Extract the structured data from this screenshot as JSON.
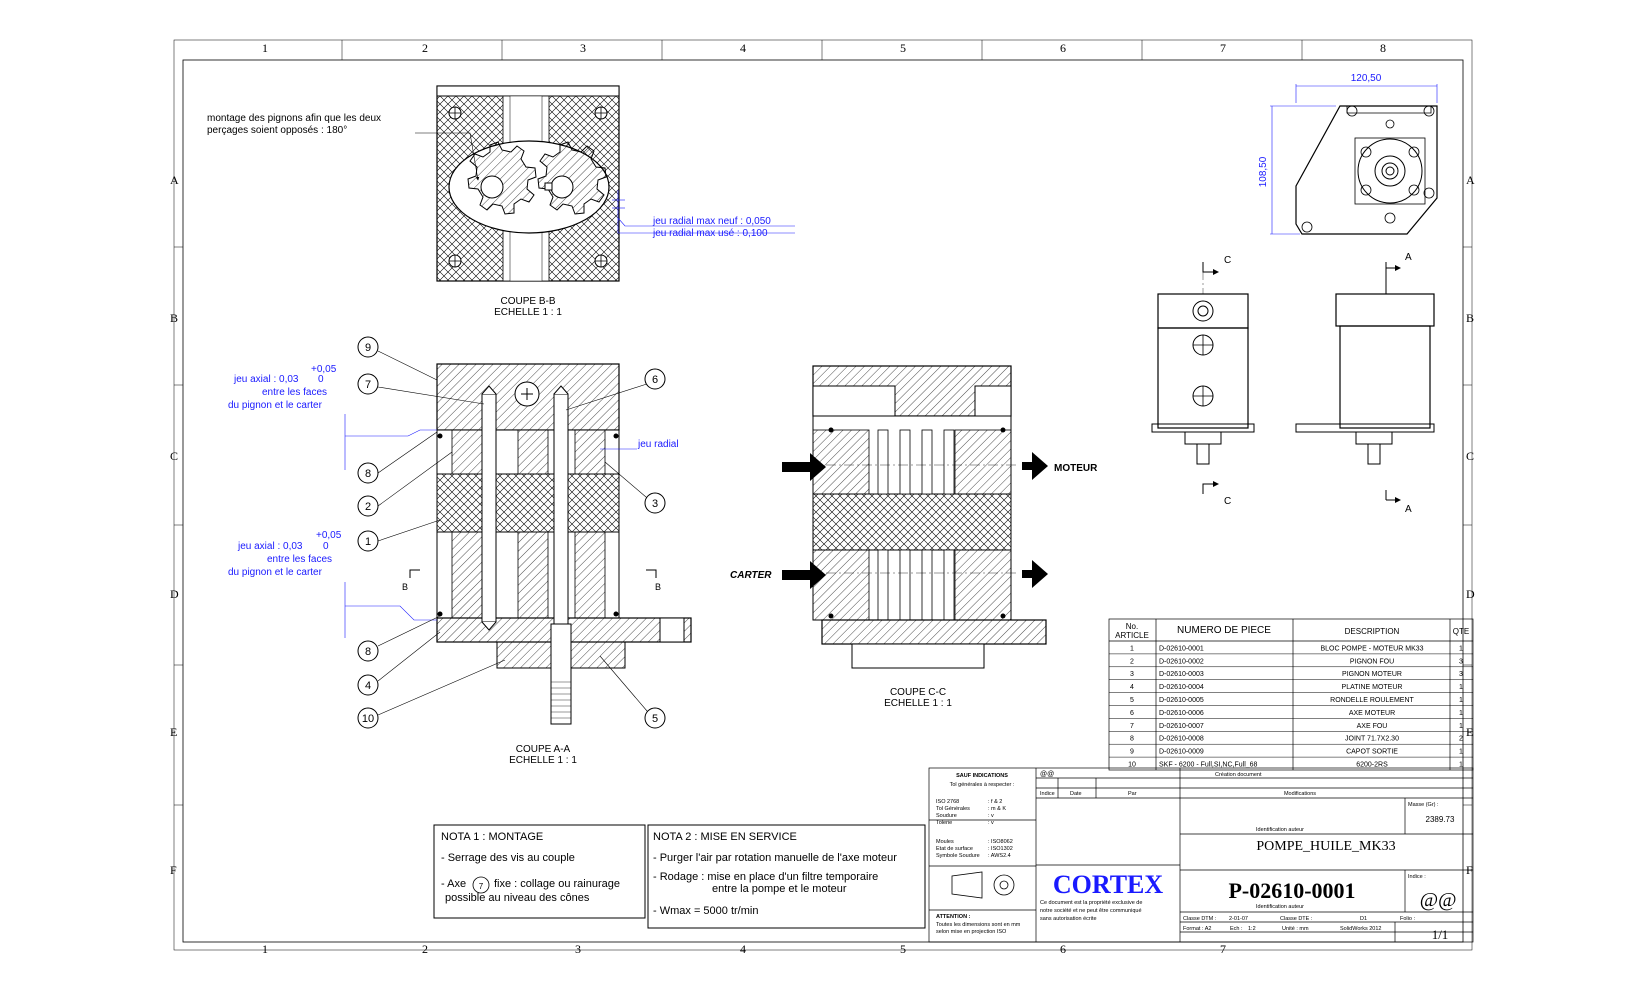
{
  "zones": {
    "cols": [
      "1",
      "2",
      "3",
      "4",
      "5",
      "6",
      "7",
      "8"
    ],
    "rows": [
      "A",
      "B",
      "C",
      "D",
      "E",
      "F"
    ]
  },
  "section_bb": {
    "note_line1": "montage des pignons afin que les deux",
    "note_line2": "perçages soient opposés : 180°",
    "jeu_neuf": "jeu radial max neuf  : 0,050",
    "jeu_use": "jeu radial max usé   : 0,100",
    "title": "COUPE B-B",
    "scale": "ECHELLE 1 : 1"
  },
  "section_aa": {
    "jeu_axial_1": "jeu axial : 0,03",
    "tol_plus": "+0,05",
    "tol_zero": "0",
    "faces_line1": "entre les faces",
    "faces_line2": "du pignon et le carter",
    "jeu_axial_2": "jeu axial : 0,03",
    "jeu_radial": "jeu radial",
    "title": "COUPE A-A",
    "scale": "ECHELLE 1 : 1",
    "cut_label": "B",
    "balloons": [
      "9",
      "7",
      "8",
      "2",
      "1",
      "8",
      "4",
      "10",
      "6",
      "3",
      "5"
    ]
  },
  "section_cc": {
    "moteur": "MOTEUR",
    "carter": "CARTER",
    "title": "COUPE C-C",
    "scale": "ECHELLE 1 : 1"
  },
  "top_view": {
    "dim_w": "120,50",
    "dim_h": "108,50"
  },
  "side_views": {
    "c_label": "C",
    "a_label": "A"
  },
  "bom": {
    "headers": [
      "No. ARTICLE",
      "NUMERO DE PIECE",
      "DESCRIPTION",
      "QTE"
    ],
    "rows": [
      [
        "1",
        "D-02610-0001",
        "BLOC POMPE - MOTEUR MK33",
        "1"
      ],
      [
        "2",
        "D-02610-0002",
        "PIGNON FOU",
        "3"
      ],
      [
        "3",
        "D-02610-0003",
        "PIGNON MOTEUR",
        "3"
      ],
      [
        "4",
        "D-02610-0004",
        "PLATINE MOTEUR",
        "1"
      ],
      [
        "5",
        "D-02610-0005",
        "RONDELLE ROULEMENT",
        "1"
      ],
      [
        "6",
        "D-02610-0006",
        "AXE MOTEUR",
        "1"
      ],
      [
        "7",
        "D-02610-0007",
        "AXE FOU",
        "1"
      ],
      [
        "8",
        "D-02610-0008",
        "JOINT 71.7X2.30",
        "2"
      ],
      [
        "9",
        "D-02610-0009",
        "CAPOT SORTIE",
        "1"
      ],
      [
        "10",
        "SKF - 6200 - Full,SI,NC,Full_68",
        "6200-2RS",
        "1"
      ]
    ]
  },
  "notes": {
    "nota1_title": "NOTA 1 : MONTAGE",
    "nota1_l1": "- Serrage des vis au couple",
    "nota1_l2a": "- Axe",
    "nota1_ball": "7",
    "nota1_l2b": "fixe : collage ou rainurage",
    "nota1_l3": "possible au niveau des cônes",
    "nota2_title": "NOTA 2 : MISE EN SERVICE",
    "nota2_l1": "- Purger l'air par rotation manuelle de l'axe moteur",
    "nota2_l2": "- Rodage : mise en place d'un filtre  temporaire",
    "nota2_l3": "entre la pompe et le moteur",
    "nota2_l4": "- Wmax = 5000 tr/min"
  },
  "title_block": {
    "sauf": "SAUF INDICATIONS",
    "tol_gen": "Tol générales à respecter :",
    "iso": "ISO 2768",
    "iso_v": ": f & 2",
    "tolg": "Tol Générales",
    "tolg_v": ": m & K",
    "soudure": "Soudure",
    "soudure_v": ": v",
    "tolerie": "Tolerie",
    "tolerie_v": ": v",
    "moules": "Moules",
    "moules_v": ": ISO8062",
    "etat": "Etat de surface",
    "etat_v": ": ISO1302",
    "symb": "Symbole Soudure",
    "symb_v": ": AWS2.4",
    "attention": "ATTENTION :",
    "att_l1": "Toutes les dimensions sont en mm",
    "att_l2": "selon mise en projection ISO",
    "at_symbol": "@@",
    "indice": "Indice",
    "date": "Date",
    "par": "Par",
    "modifications": "Modifications",
    "creation": "Création document",
    "identif": "Identification auteur",
    "masse_label": "Masse (Gr) :",
    "masse": "2389.73",
    "part_title": "POMPE_HUILE_MK33",
    "part_number": "P-02610-0001",
    "indice_label": "Indice :",
    "indice_val": "@@",
    "identif2": "Identification auteur",
    "logo": "CORTEX",
    "copyright_l1": "Ce document est la propriété exclusive de",
    "copyright_l2": "notre société et ne peut être communiqué",
    "copyright_l3": "sans autorisation écrite",
    "classe_dtm": "Classe DTM :",
    "classe_dtm_v": "2-01-07",
    "classe_dte": "Classe DTE :",
    "d1": "D1",
    "folio_label": "Folio :",
    "folio": "1/1",
    "format": "Format : A2",
    "ech": "Ech :",
    "ech_v": "1:2",
    "unite": "Unité : mm",
    "sw": "SolidWorks 2012"
  }
}
